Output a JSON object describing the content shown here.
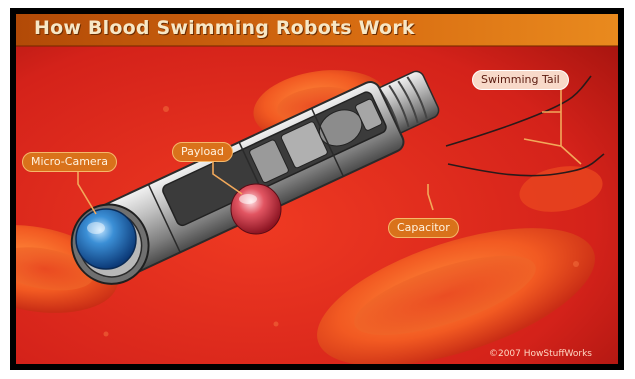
{
  "title": "How Blood Swimming Robots Work",
  "labels": {
    "micro_camera": "Micro-Camera",
    "payload": "Payload",
    "swimming_tail": "Swimming Tail",
    "capacitor": "Capacitor"
  },
  "copyright": "©2007 HowStuffWorks",
  "colors": {
    "background": "#d8261c",
    "title_bar": "#c85a10",
    "blood_cell": "#e84a22",
    "robot_body": "#b9b9b9",
    "camera_lens": "#1f6fb8",
    "payload": "#d83b48",
    "label_bg": "#d9721b"
  }
}
